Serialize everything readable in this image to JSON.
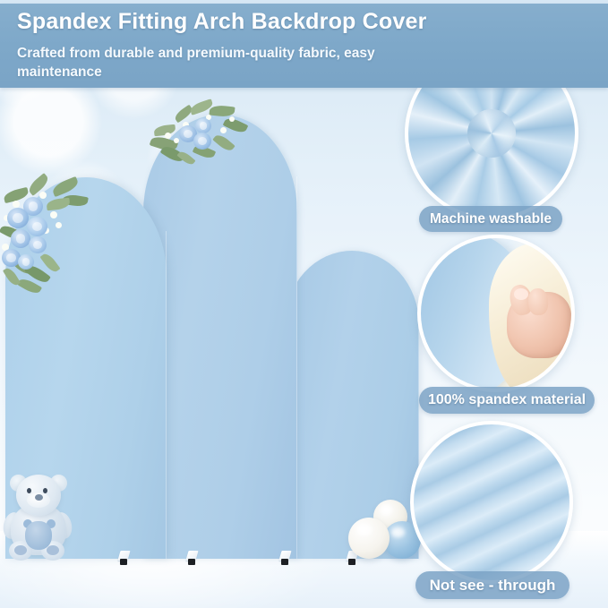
{
  "banner": {
    "title": "Spandex Fitting  Arch Backdrop Cover",
    "subtitle": "Crafted from durable and premium-quality fabric, easy maintenance",
    "background_color": "#7ea8c9",
    "text_color": "#ffffff"
  },
  "features": [
    {
      "id": "machine-washable",
      "label": "Machine washable",
      "image": "swirled-fabric-photo"
    },
    {
      "id": "spandex-material",
      "label": "100% spandex material",
      "image": "hand-stretching-fabric-photo"
    },
    {
      "id": "not-see-through",
      "label": "Not see - through",
      "image": "folded-fabric-layers-photo"
    }
  ],
  "scene": {
    "product_color": "#abcbe6",
    "accent_color": "#7ea8c9",
    "arches": [
      {
        "id": "arch-tall",
        "size": "tall"
      },
      {
        "id": "arch-mid",
        "size": "medium"
      },
      {
        "id": "arch-short",
        "size": "short"
      }
    ],
    "props": [
      {
        "id": "floral-left",
        "name": "blue-rose-floral-swag"
      },
      {
        "id": "floral-top",
        "name": "blue-rose-floral-swag"
      },
      {
        "id": "teddy-bear",
        "name": "plush-teddy-bear"
      },
      {
        "id": "balloons",
        "name": "balloon-cluster"
      }
    ],
    "stand_feet_count": 4
  }
}
